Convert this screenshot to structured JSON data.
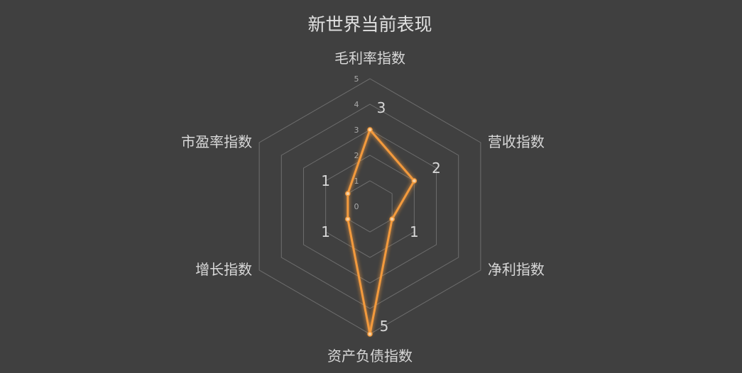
{
  "chart_data": {
    "type": "radar",
    "title": "新世界当前表现",
    "indicators": [
      "毛利率指数",
      "营收指数",
      "净利指数",
      "资产负债指数",
      "增长指数",
      "市盈率指数"
    ],
    "values": [
      3,
      2,
      1,
      5,
      1,
      1
    ],
    "rlim": [
      0,
      5
    ],
    "ticks": [
      "0",
      "1",
      "2",
      "3",
      "4",
      "5"
    ],
    "grid": true,
    "legend": "none",
    "colors": {
      "background": "#404040",
      "series": "#f39a3c",
      "grid": "#6e6e6e",
      "text": "#dddddd"
    }
  }
}
